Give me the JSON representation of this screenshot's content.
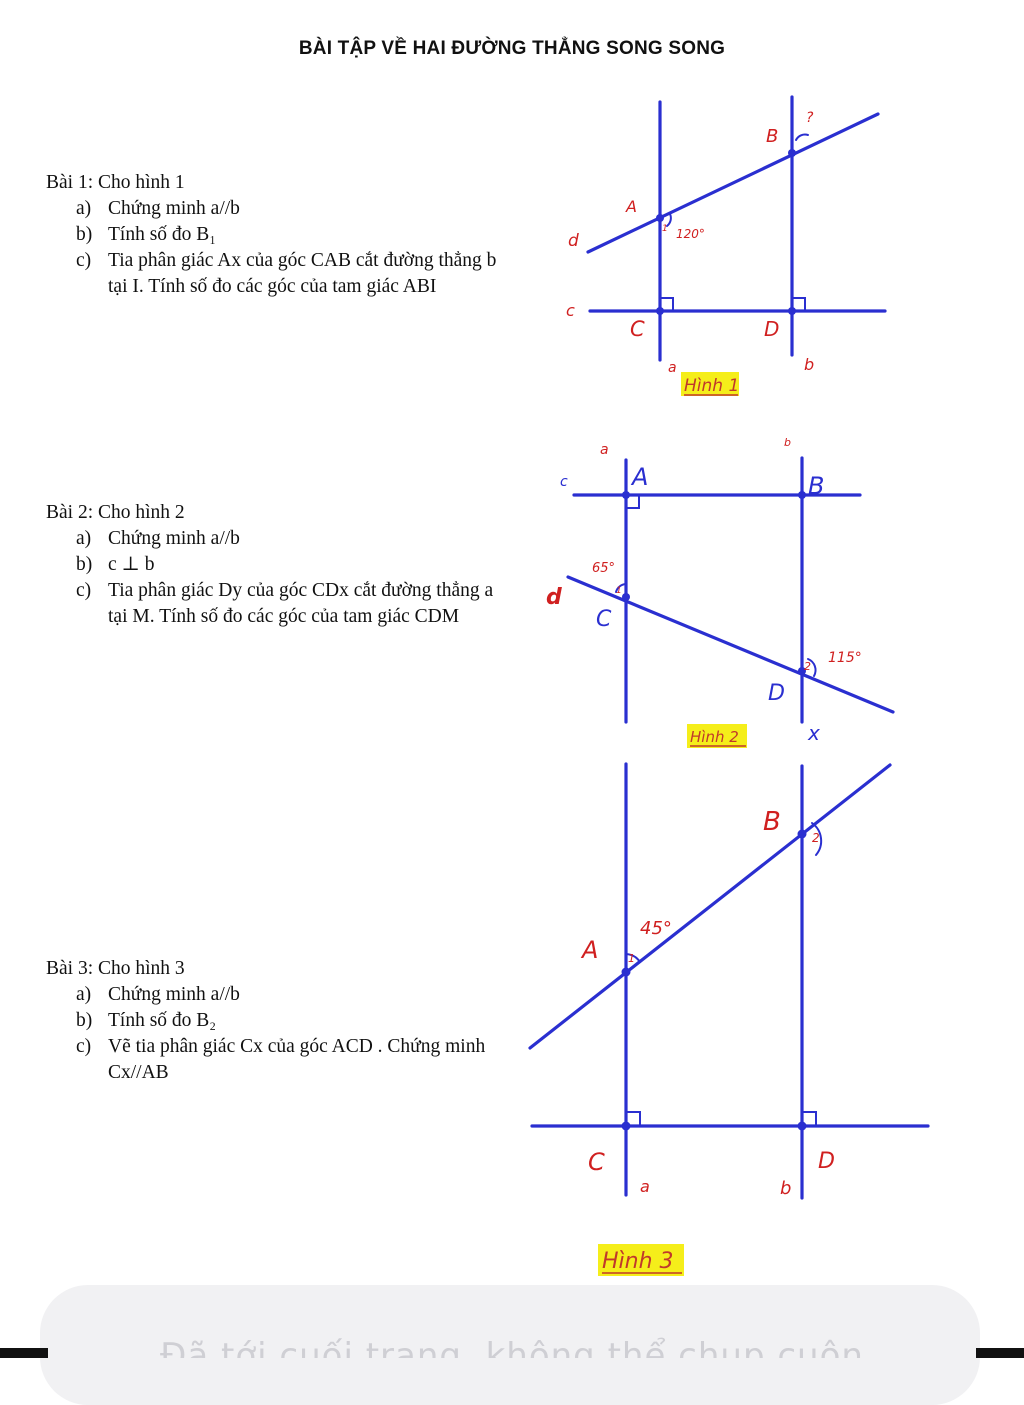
{
  "title": "BÀI TẬP VỀ HAI ĐƯỜNG THẲNG SONG SONG",
  "problems": [
    {
      "head": "Bài 1: Cho hình 1",
      "items": [
        {
          "label": "a)",
          "text": "Chứng minh a//b"
        },
        {
          "label": "b)",
          "text": "Tính số đo B₁"
        },
        {
          "label": "c)",
          "text": "Tia phân giác Ax của góc CAB cắt đường thẳng b tại I. Tính số đo các góc của tam giác ABI"
        }
      ]
    },
    {
      "head": "Bài 2: Cho hình 2",
      "items": [
        {
          "label": "a)",
          "text": "Chứng minh a//b"
        },
        {
          "label": "b)",
          "text": "c ⊥ b"
        },
        {
          "label": "c)",
          "text": "Tia phân giác Dy của góc CDx cắt đường thẳng a tại M. Tính số đo các góc của tam giác CDM"
        }
      ]
    },
    {
      "head": "Bài 3: Cho hình 3",
      "items": [
        {
          "label": "a)",
          "text": "Chứng minh a//b"
        },
        {
          "label": "b)",
          "text": "Tính số đo B₂"
        },
        {
          "label": "c)",
          "text": "Vẽ tia phân giác Cx của góc ACD . Chứng minh Cx//AB"
        }
      ]
    }
  ],
  "figures": {
    "fig1": {
      "caption": "Hình 1",
      "labels": {
        "B": "B",
        "q": "?",
        "A": "A",
        "d": "d",
        "angle": "120°",
        "one": "1",
        "c": "c",
        "C": "C",
        "D": "D",
        "a": "a",
        "b": "b"
      }
    },
    "fig2": {
      "caption": "Hình 2",
      "labels": {
        "a": "a",
        "b": "b",
        "c": "c",
        "A": "A",
        "B": "B",
        "angle1": "65°",
        "one": "1",
        "d": "d",
        "C": "C",
        "two": "2",
        "angle2": "115°",
        "D": "D",
        "x": "x"
      }
    },
    "fig3": {
      "caption": "Hình 3",
      "labels": {
        "B": "B",
        "two": "2",
        "angle": "45°",
        "A": "A",
        "one": "1",
        "C": "C",
        "D": "D",
        "a": "a",
        "b": "b"
      }
    }
  },
  "colors": {
    "line": "#2a2fd0",
    "highlight": "#f5ee1a",
    "caption": "#c0392b"
  },
  "footer": {
    "text": "Đã tới cuối trang, không thể chụp cuộn"
  }
}
